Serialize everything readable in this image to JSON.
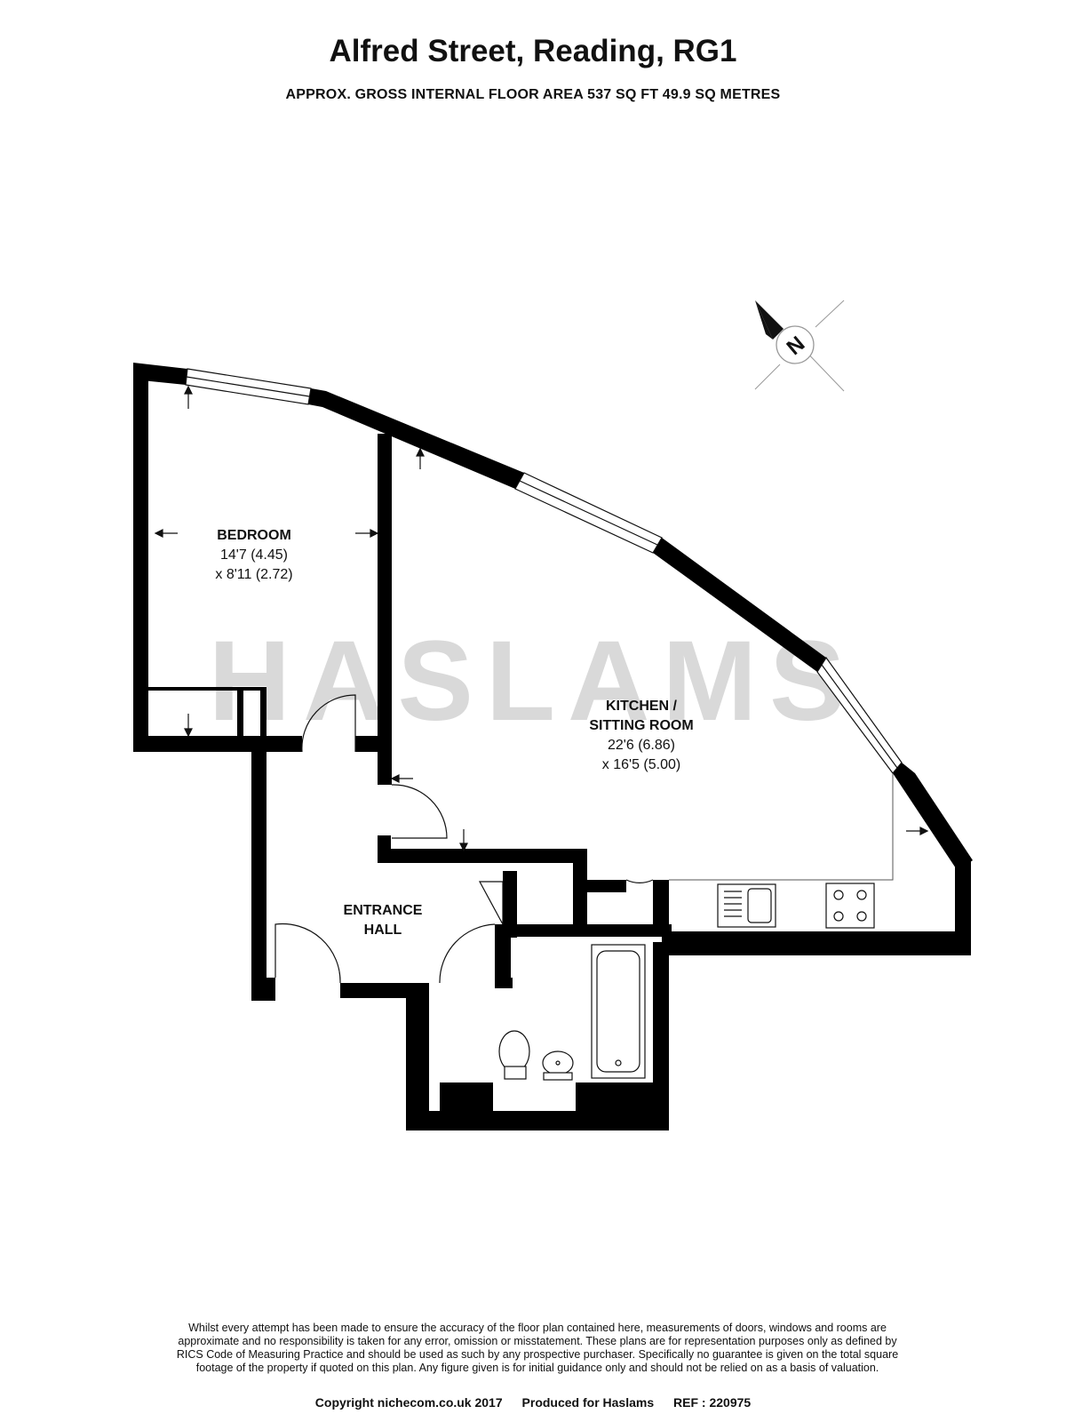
{
  "header": {
    "title": "Alfred Street, Reading, RG1",
    "subtitle": "APPROX. GROSS INTERNAL FLOOR AREA 537 SQ FT 49.9 SQ METRES"
  },
  "watermark": "HASLAMS",
  "compass": {
    "label": "N"
  },
  "rooms": {
    "bedroom": {
      "name": "BEDROOM",
      "dim1": "14'7 (4.45)",
      "dim2": "x 8'11 (2.72)"
    },
    "kitchen": {
      "name1": "KITCHEN /",
      "name2": "SITTING ROOM",
      "dim1": "22'6 (6.86)",
      "dim2": "x 16'5 (5.00)"
    },
    "hall": {
      "name1": "ENTRANCE",
      "name2": "HALL"
    }
  },
  "disclaimer": "Whilst every attempt has been made to ensure the accuracy of the floor plan contained here, measurements of doors, windows and rooms are approximate and no responsibility is taken for any error, omission or misstatement. These plans are for representation purposes only as defined by RICS Code of Measuring Practice and should be used as such by any prospective purchaser. Specifically no guarantee is given on the total square footage of the property if quoted on this plan. Any figure given is for initial guidance only and should not be relied on as a basis of valuation.",
  "footer": {
    "copyright": "Copyright nichecom.co.uk 2017",
    "produced": "Produced for Haslams",
    "ref": "REF : 220975"
  }
}
